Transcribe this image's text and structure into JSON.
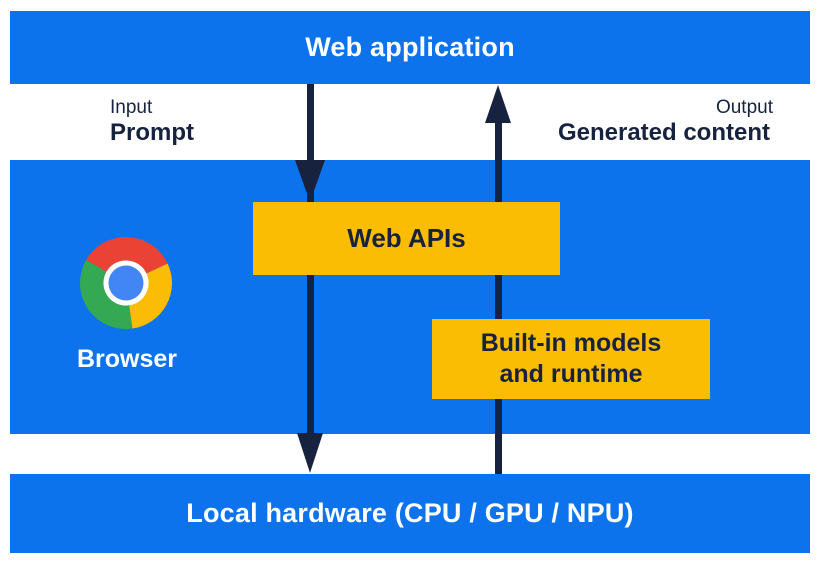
{
  "colors": {
    "band_blue": "#0d73ec",
    "box_yellow": "#fbbc04",
    "dark_navy": "#17223e",
    "chrome_red": "#ea4335",
    "chrome_yellow": "#fbbc05",
    "chrome_green": "#34a853",
    "chrome_blue": "#4285f4"
  },
  "diagram": {
    "web_application": {
      "label": "Web application"
    },
    "input_flow": {
      "label": "Input",
      "sublabel": "Prompt"
    },
    "output_flow": {
      "label": "Output",
      "sublabel": "Generated content"
    },
    "browser": {
      "label": "Browser",
      "icon": "chrome-logo-icon"
    },
    "web_apis": {
      "label": "Web APIs"
    },
    "built_in_models": {
      "label": "Built-in models and runtime",
      "lines": [
        "Built-in models",
        "and runtime"
      ]
    },
    "local_hardware": {
      "label": "Local hardware (CPU / GPU / NPU)"
    }
  }
}
